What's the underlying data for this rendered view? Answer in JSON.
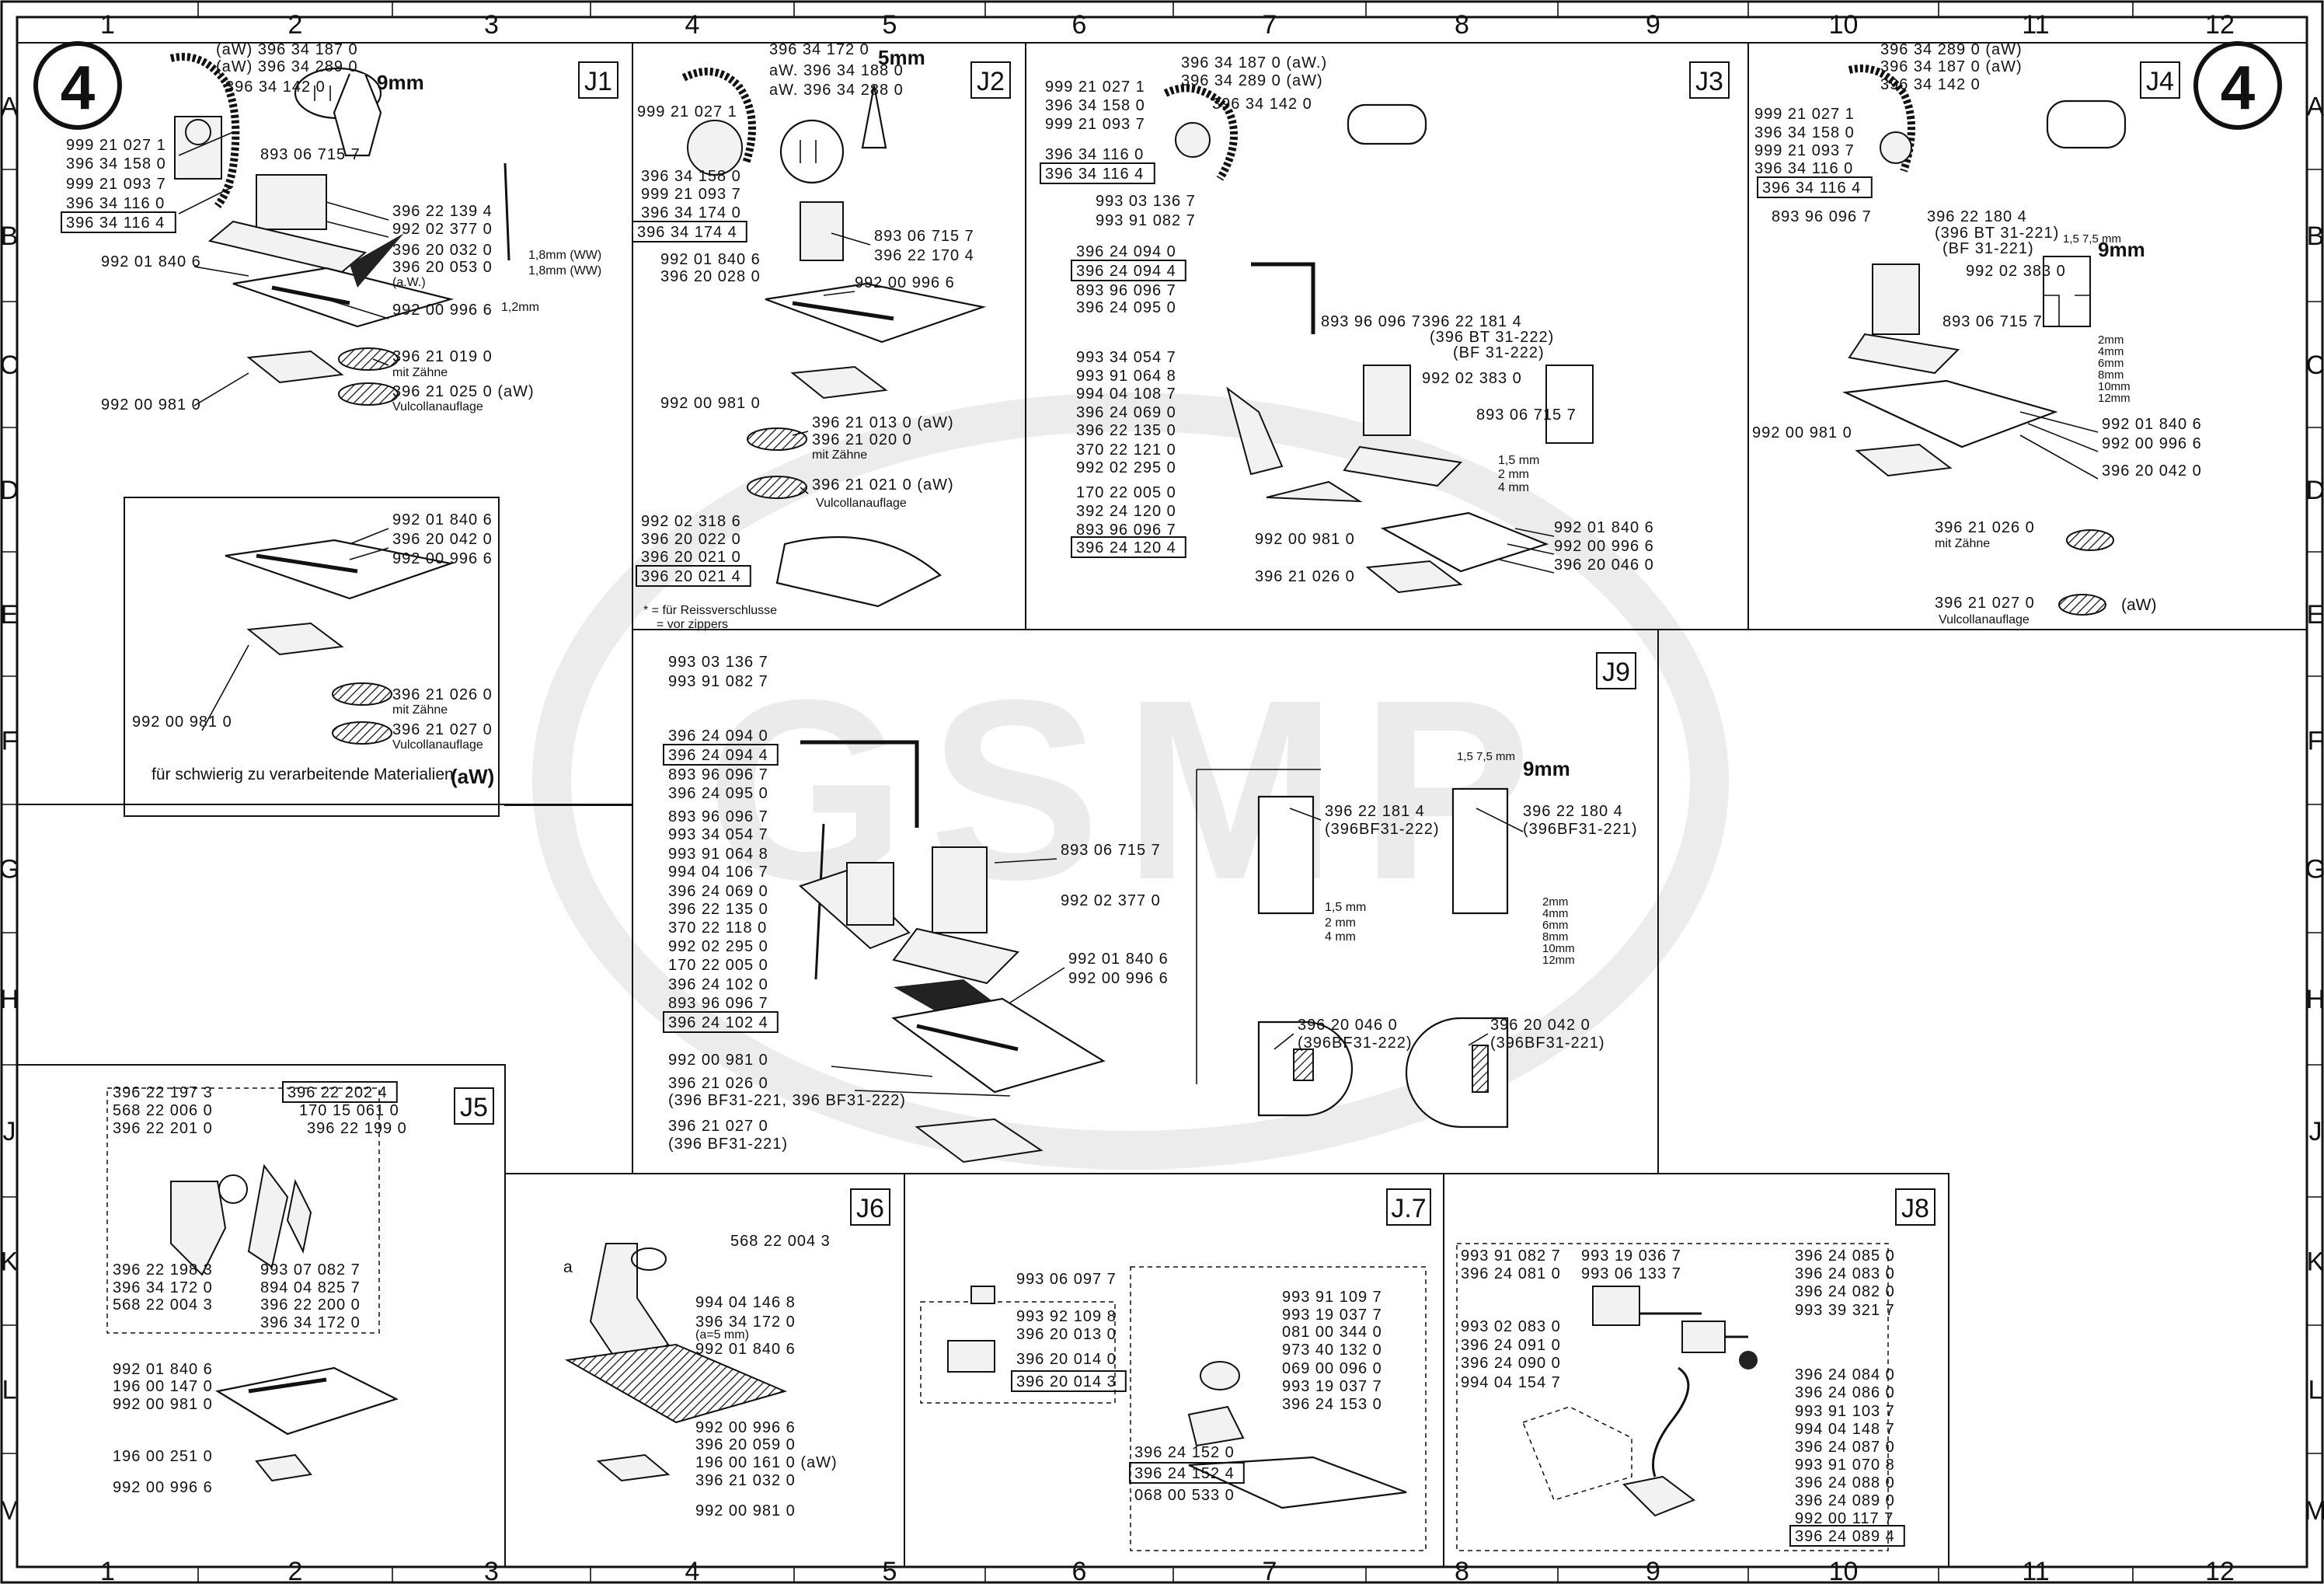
{
  "page": {
    "catalog_number": "4",
    "watermark": "GSMP"
  },
  "grid": {
    "columns": [
      "1",
      "2",
      "3",
      "4",
      "5",
      "6",
      "7",
      "8",
      "9",
      "10",
      "11",
      "12"
    ],
    "rows": [
      "A",
      "B",
      "C",
      "D",
      "E",
      "F",
      "G",
      "H",
      "J",
      "K",
      "L",
      "M"
    ]
  },
  "panels": {
    "J1": {
      "id": "J1",
      "parts": [
        "(aW) 396 34 187 0",
        "(aW) 396 34 289 0",
        "396 34 142 0",
        "999 21 027 1",
        "396 34 158 0",
        "999 21 093 7",
        "396 34 116 0",
        "396 34 116 4",
        "893 06 715 7",
        "396 22 139 4",
        "992 02 377 0",
        "396 20 032 0",
        "396 20 053 0",
        "(a.W.)",
        "992 01 840 6",
        "992 00 996 6",
        "396 21 019 0",
        "396 21 025 0 (aW)",
        "Vulcollanauflage",
        "992 00 981 0",
        "mit Zähne"
      ],
      "dims": [
        "9mm",
        "1,8mm (WW)",
        "1,8mm (WW)",
        "1,2mm"
      ]
    },
    "J1_alt": {
      "parts": [
        "992 01 840 6",
        "396 20 042 0",
        "992 00 996 6",
        "992 00 981 0",
        "396 21 026 0",
        "mit Zähne",
        "396 21 027 0",
        "Vulcollanauflage"
      ],
      "caption": "für schwierig zu verarbeitende Materialien",
      "caption_tag": "(aW)"
    },
    "J2": {
      "id": "J2",
      "parts": [
        "396 34 172 0",
        "aW. 396 34 188 0",
        "aW. 396 34 288 0",
        "999 21 027 1",
        "396 34 158 0",
        "999 21 093 7",
        "396 34 174 0",
        "396 34 174 4",
        "893 06 715 7",
        "396 22 170 4",
        "992 01 840 6",
        "396 20 028 0",
        "992 00 996 6",
        "992 00 981 0",
        "396 21 013 0 (aW)",
        "396 21 020 0",
        "mit Zähne",
        "396 21 021 0 (aW)",
        "Vulcollanauflage",
        "992 02 318 6",
        "396 20 022 0",
        "396 20 021 0",
        "396 20 021 4",
        "* = für Reissverschlusse",
        "= vor zippers"
      ],
      "dims": [
        "5mm"
      ]
    },
    "J3": {
      "id": "J3",
      "parts": [
        "396 34 187 0 (aW.)",
        "396 34 289 0 (aW)",
        "396 34 142 0",
        "999 21 027 1",
        "396 34 158 0",
        "999 21 093 7",
        "396 34 116 0",
        "396 34 116 4",
        "993 03 136 7",
        "993 91 082 7",
        "396 24 094 0",
        "396 24 094 4",
        "893 96 096 7",
        "396 24 095 0",
        "893 96 096 7",
        "396 22 181 4",
        "(396 BT 31-222)",
        "(BF 31-222)",
        "992 02 383 0",
        "893 06 715 7",
        "993 34 054 7",
        "993 91 064 8",
        "994 04 108 7",
        "396 24 069 0",
        "396 22 135 0",
        "370 22 121 0",
        "992 02 295 0",
        "170 22 005 0",
        "392 24 120 0",
        "893 96 096 7",
        "396 24 120 4",
        "992 00 981 0",
        "992 01 840 6",
        "992 00 996 6",
        "396 20 046 0",
        "396 21 026 0"
      ],
      "dims": [
        "1,5 mm",
        "2 mm",
        "4 mm"
      ]
    },
    "J4": {
      "id": "J4",
      "parts": [
        "396 34 289 0 (aW)",
        "396 34 187 0 (aW)",
        "396 34 142 0",
        "999 21 027 1",
        "396 34 158 0",
        "999 21 093 7",
        "396 34 116 0",
        "396 34 116 4",
        "893 96 096 7",
        "396 22 180 4",
        "(396 BT 31-221)",
        "(BF 31-221)",
        "992 02 383 0",
        "893 06 715 7",
        "992 00 981 0",
        "992 01 840 6",
        "992 00 996 6",
        "396 20 042 0",
        "396 21 026 0",
        "mit Zähne",
        "396 21 027 0",
        "(aW)",
        "Vulcollanauflage"
      ],
      "dims": [
        "1,5 7,5 mm",
        "9mm",
        "2mm",
        "4mm",
        "6mm",
        "8mm",
        "10mm",
        "12mm"
      ]
    },
    "J5": {
      "id": "J5",
      "parts": [
        "396 22 197 3",
        "568 22 006 0",
        "396 22 201 0",
        "396 22 202 4",
        "170 15 061 0",
        "396 22 199 0",
        "396 22 198 3",
        "396 34 172 0",
        "568 22 004 3",
        "993 07 082 7",
        "894 04 825 7",
        "396 22 200 0",
        "396 34 172 0",
        "992 01 840 6",
        "196 00 147 0",
        "992 00 981 0",
        "196 00 251 0",
        "992 00 996 6"
      ]
    },
    "J6": {
      "id": "J6",
      "parts": [
        "568 22 004 3",
        "994 04 146 8",
        "396 34 172 0",
        "(a=5 mm)",
        "992 01 840 6",
        "992 00 996 6",
        "396 20 059 0",
        "196 00 161 0 (aW)",
        "396 21 032 0",
        "992 00 981 0"
      ],
      "dims": [
        "a"
      ]
    },
    "J7": {
      "id": "J.7",
      "parts": [
        "993 06 097 7",
        "993 92 109 8",
        "396 20 013 0",
        "396 20 014 0",
        "396 20 014 3",
        "993 91 109 7",
        "993 19 037 7",
        "081 00 344 0",
        "973 40 132 0",
        "069 00 096 0",
        "993 19 037 7",
        "396 24 153 0",
        "396 24 152 0",
        "396 24 152 4",
        "068 00 533 0"
      ]
    },
    "J8": {
      "id": "J8",
      "parts": [
        "993 91 082 7",
        "396 24 081 0",
        "993 19 036 7",
        "993 06 133 7",
        "396 24 085 0",
        "396 24 083 0",
        "396 24 082 0",
        "993 39 321 7",
        "993 02 083 0",
        "396 24 091 0",
        "396 24 090 0",
        "994 04 154 7",
        "396 24 084 0",
        "396 24 086 0",
        "993 91 103 7",
        "994 04 148 7",
        "396 24 087 0",
        "993 91 070 8",
        "396 24 088 0",
        "396 24 089 0",
        "992 00 117 7",
        "396 24 089 4"
      ]
    },
    "J9": {
      "id": "J9",
      "parts": [
        "993 03 136 7",
        "993 91 082 7",
        "396 24 094 0",
        "396 24 094 4",
        "893 96 096 7",
        "396 24 095 0",
        "893 96 096 7",
        "993 34 054 7",
        "993 91 064 8",
        "994 04 106 7",
        "396 24 069 0",
        "396 22 135 0",
        "370 22 118 0",
        "992 02 295 0",
        "170 22 005 0",
        "396 24 102 0",
        "893 96 096 7",
        "396 24 102 4",
        "893 06 715 7",
        "992 02 377 0",
        "992 01 840 6",
        "992 00 996 6",
        "992 00 981 0",
        "396 21 026 0",
        "(396 BF31-221, 396 BF31-222)",
        "396 21 027 0",
        "(396 BF31-221)",
        "396 22 181 4",
        "(396BF31-222)",
        "396 22 180 4",
        "(396BF31-221)",
        "396 20 046 0",
        "(396BF31-222)",
        "396 20 042 0",
        "(396BF31-221)"
      ],
      "dims": [
        "1,5 7,5 mm",
        "9mm",
        "1,5 mm",
        "2 mm",
        "4 mm",
        "2mm",
        "4mm",
        "6mm",
        "8mm",
        "10mm",
        "12mm"
      ]
    }
  }
}
